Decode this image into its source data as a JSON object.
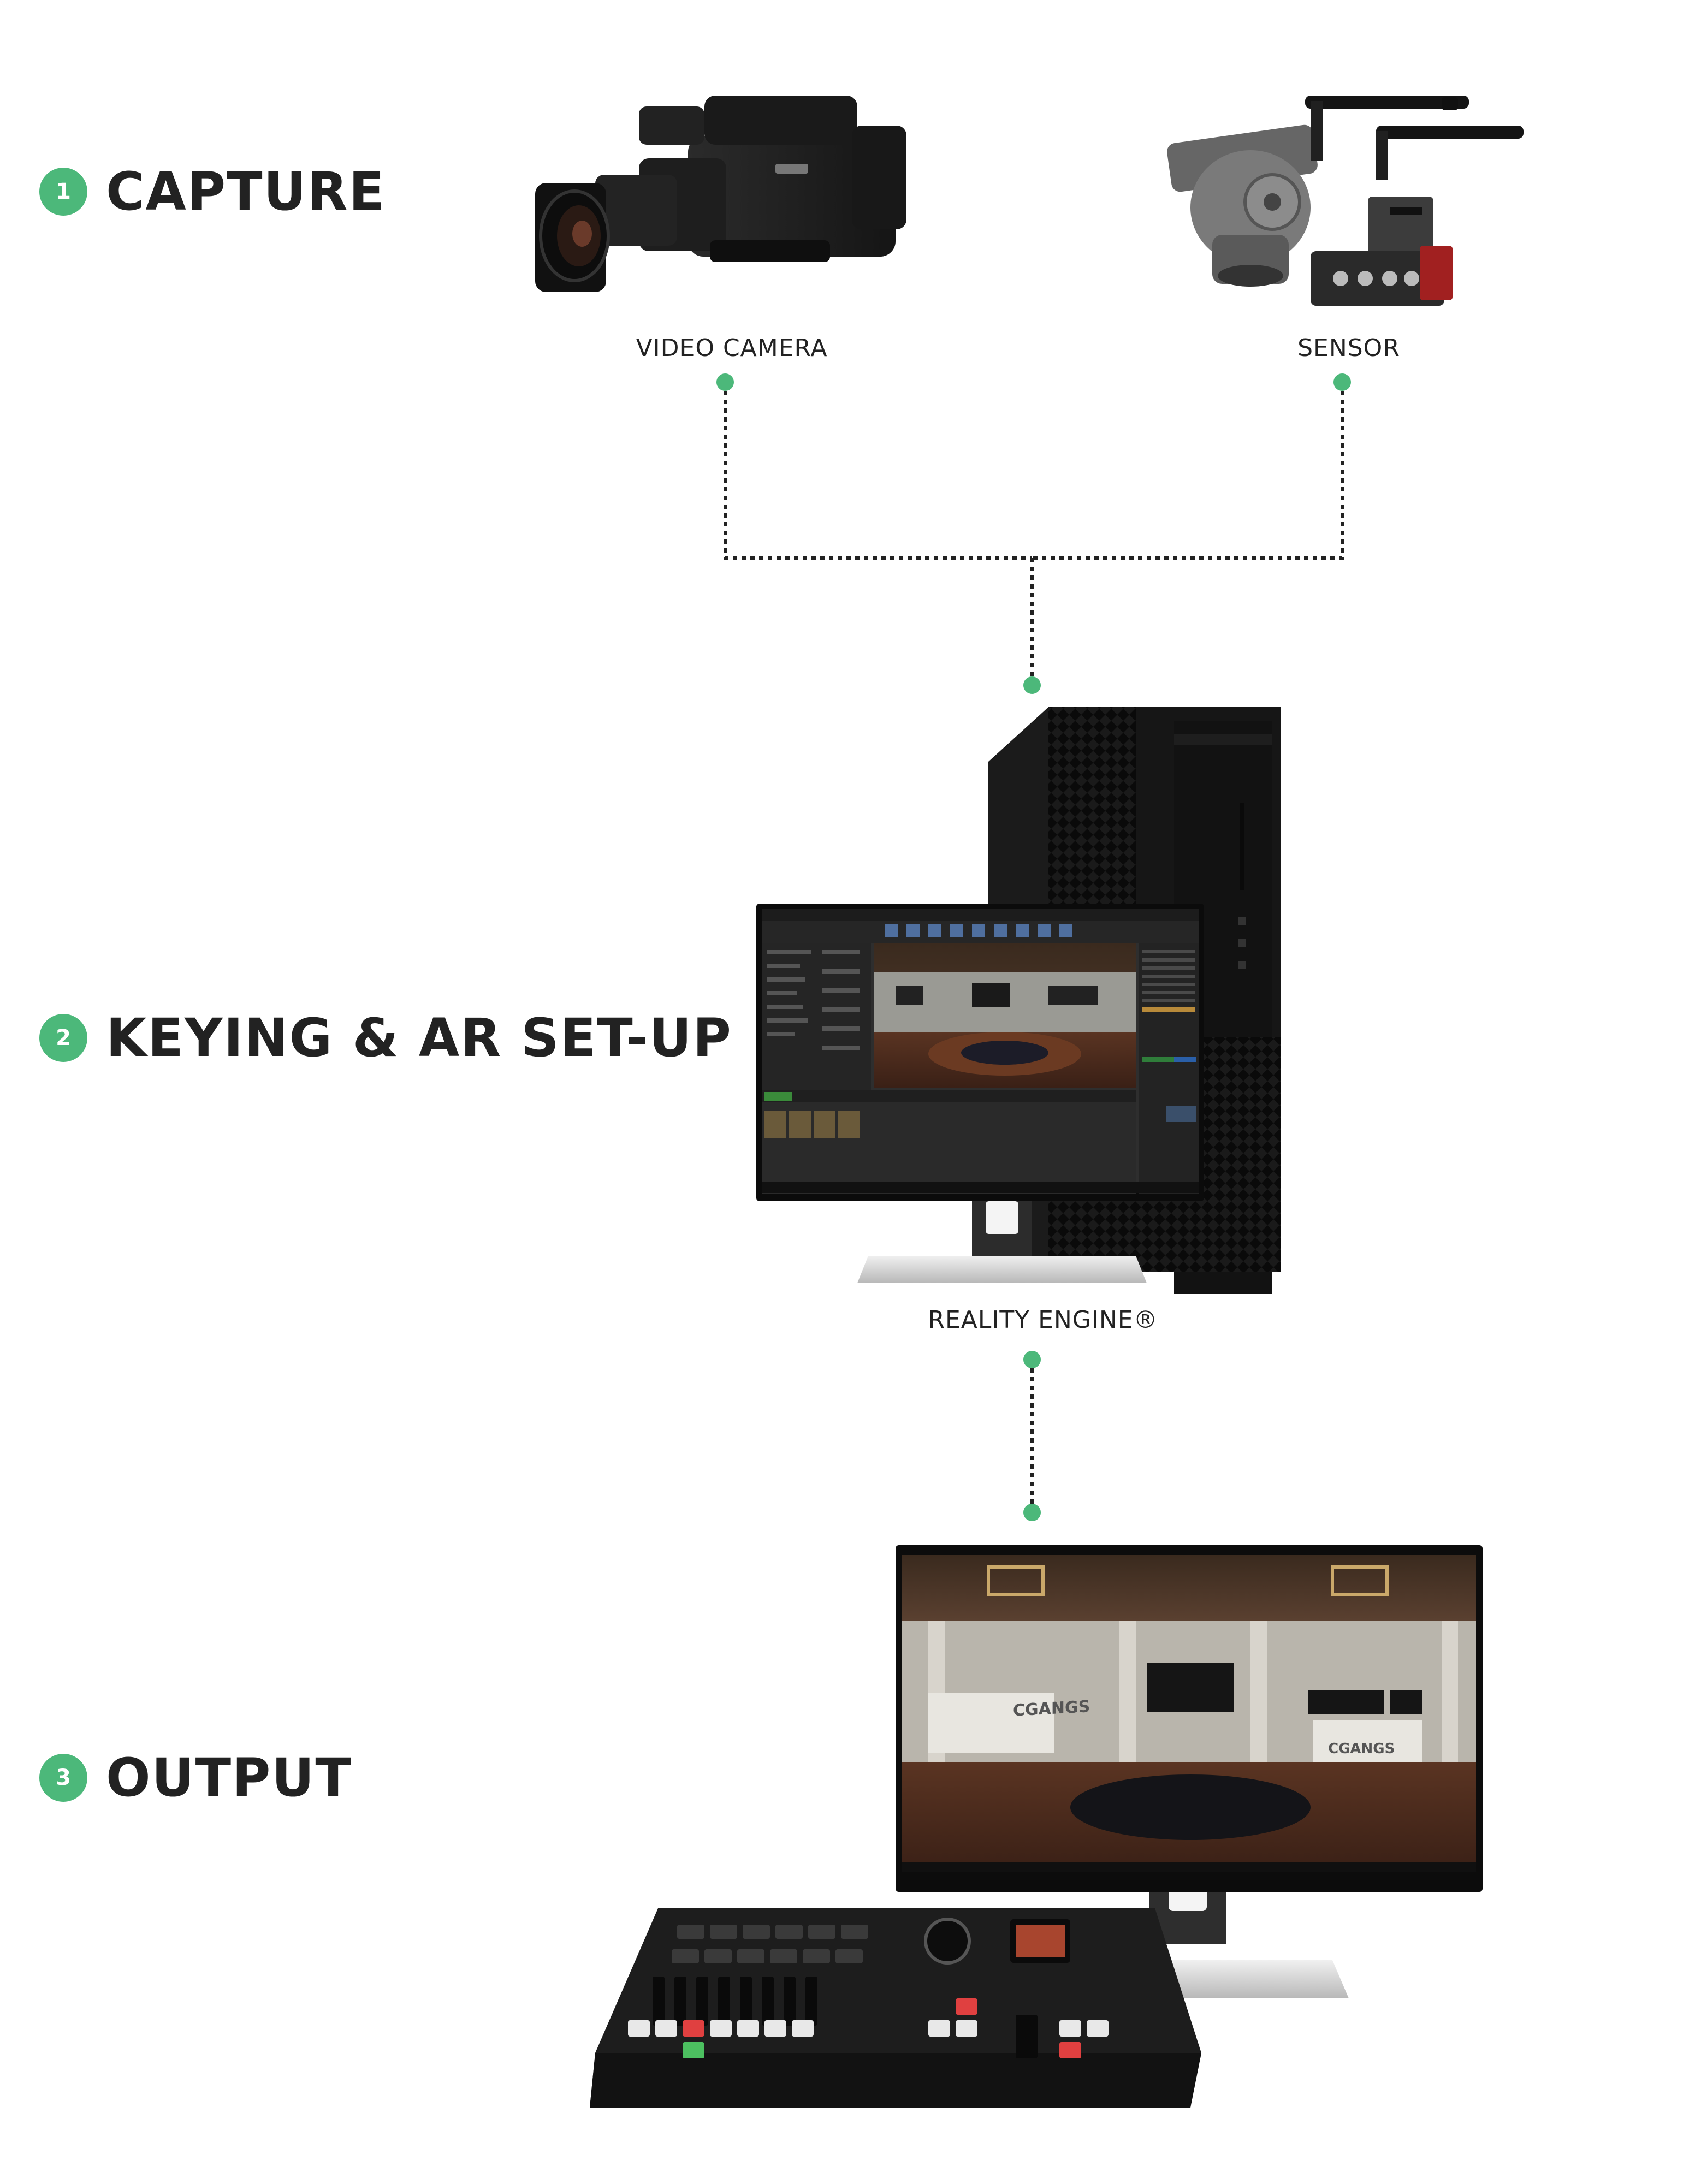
{
  "steps": [
    {
      "number": "1",
      "title": "CAPTURE"
    },
    {
      "number": "2",
      "title": "KEYING & AR SET-UP"
    },
    {
      "number": "3",
      "title": "OUTPUT"
    }
  ],
  "devices": {
    "video_camera": "VIDEO CAMERA",
    "sensor": "SENSOR",
    "reality_engine": "REALITY ENGINE®"
  },
  "screen": {
    "brand_left": "CGANGS",
    "brand_right": "CGANGS"
  },
  "colors": {
    "accent_green": "#4cb87a",
    "connector": "#222222",
    "text": "#222222"
  }
}
